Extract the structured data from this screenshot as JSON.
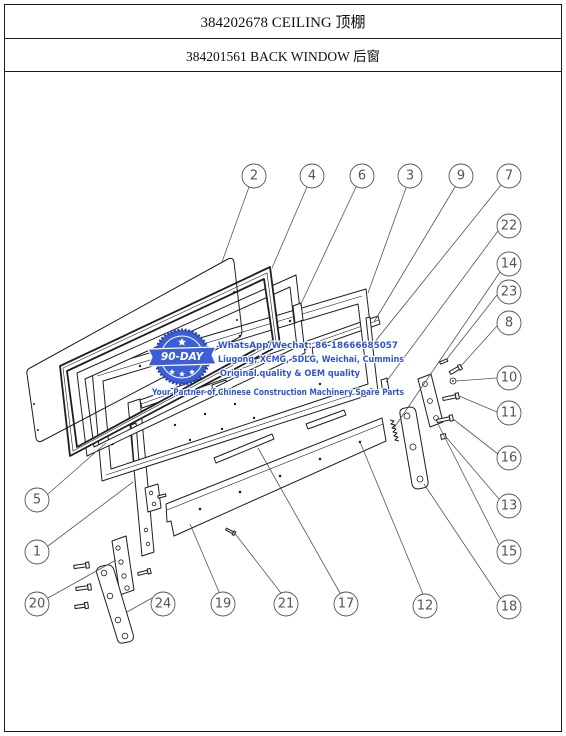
{
  "header": {
    "assembly": "384202678 CEILING 顶棚",
    "subassembly": "384201561 BACK WINDOW 后窗"
  },
  "callouts": [
    "2",
    "4",
    "6",
    "3",
    "9",
    "7",
    "22",
    "14",
    "23",
    "8",
    "10",
    "11",
    "16",
    "13",
    "15",
    "18",
    "12",
    "17",
    "21",
    "19",
    "24",
    "20",
    "1",
    "5"
  ],
  "watermark": {
    "badge": "90-DAY",
    "contact": "WhatsApp/Wechat: 86-18666685057",
    "brands": "Liugong, XCMG, SDLG, Weichai, Cummins",
    "quality": "Original quality & OEM quality",
    "tagline": "Your Partner of Chinese Construction Machinery Spare Parts"
  },
  "colors": {
    "line": "#1e1e1e",
    "callout": "#555555",
    "watermark_blue": "#2f55cf"
  }
}
